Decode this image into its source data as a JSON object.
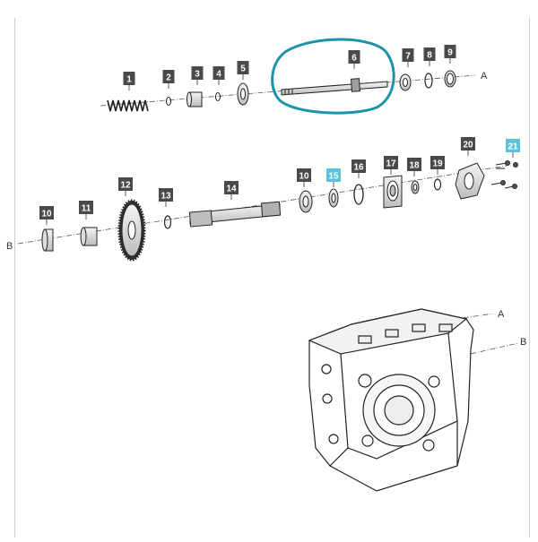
{
  "diagram": {
    "axis_labels": {
      "a": "A",
      "b": "B"
    },
    "row_a_parts": [
      "1",
      "2",
      "3",
      "4",
      "5",
      "6",
      "7",
      "8",
      "9"
    ],
    "row_b_parts": [
      "10",
      "11",
      "12",
      "13",
      "14",
      "10",
      "15",
      "16",
      "17",
      "18",
      "19",
      "20",
      "21"
    ],
    "highlighted_parts": [
      "15",
      "21"
    ],
    "circled_part": "6",
    "colors": {
      "label_bg": "#4a4a4a",
      "label_highlight_bg": "#5bc3d8",
      "circle_stroke": "#1e93a8",
      "line": "#333333"
    }
  }
}
